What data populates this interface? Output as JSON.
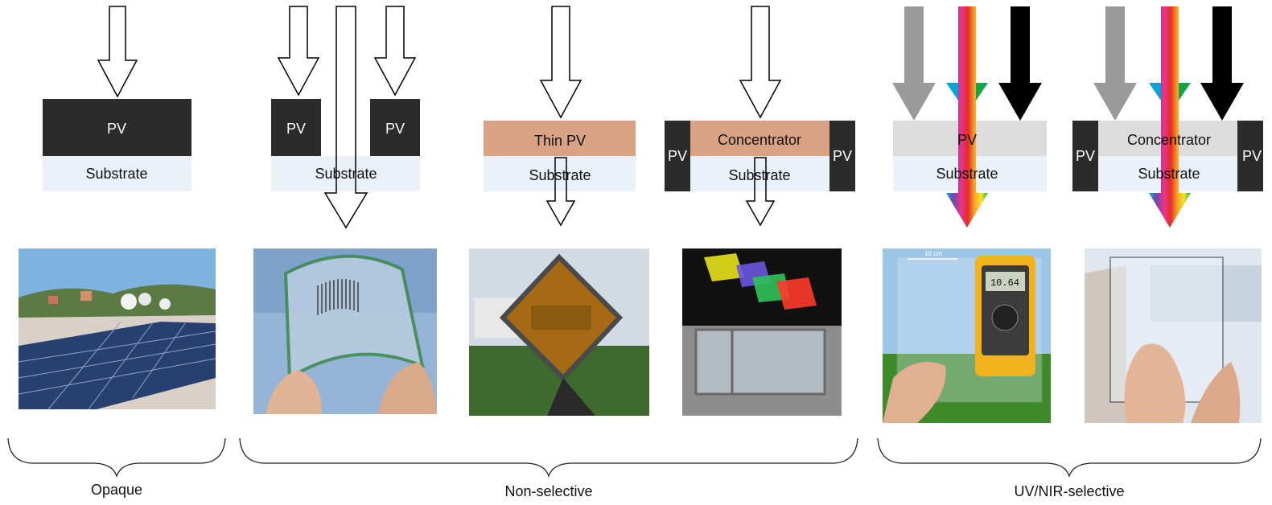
{
  "labels": {
    "pv": "PV",
    "substrate": "Substrate",
    "thin_pv": "Thin PV",
    "concentrator": "Concentrator"
  },
  "groups": {
    "opaque": "Opaque",
    "non_selective": "Non-selective",
    "uv_nir_selective": "UV/NIR-selective"
  },
  "photo_text": {
    "scale_bar": "10 cm",
    "multimeter_reading": "10.64"
  },
  "colors": {
    "pv_dark": "#2b2b2b",
    "substrate": "#eaf1f8",
    "thin_pv": "#d9a383",
    "light_grey_pv": "#dcdcdc",
    "grey_arrow": "#9a9a9a",
    "black_arrow": "#000000"
  }
}
